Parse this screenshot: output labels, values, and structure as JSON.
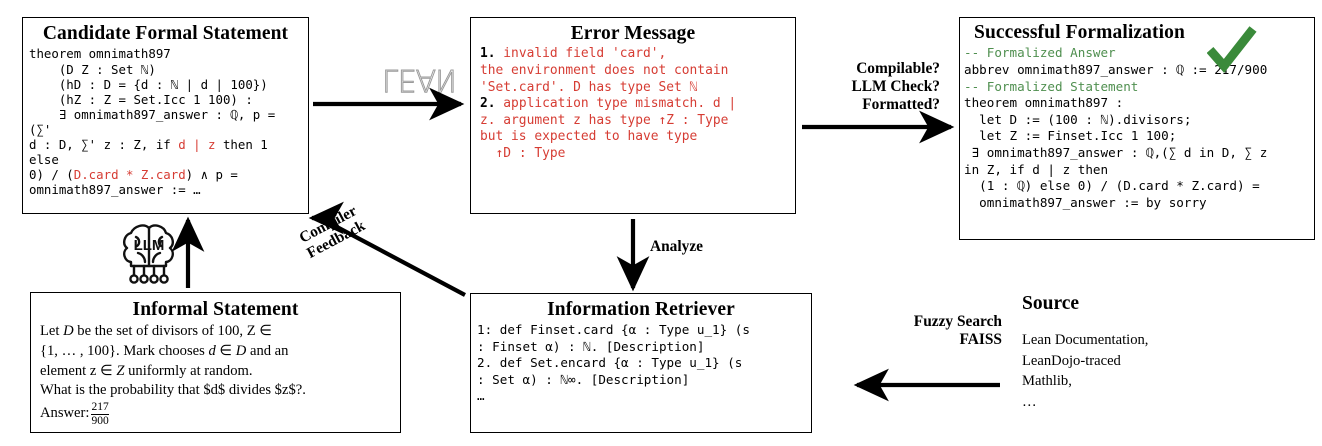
{
  "figure": {
    "title": "Autoformalization pipeline diagram"
  },
  "boxes": {
    "candidate": {
      "title": "Candidate Formal Statement",
      "code_line_1": "theorem omnimath897",
      "code_line_2": "    (D Z : Set ℕ)",
      "code_line_3": "    (hD : D = {d : ℕ | d | 100})",
      "code_line_4": "    (hZ : Z = Set.Icc 1 100) :",
      "code_line_5": "    ∃ omnimath897_answer : ℚ, p = (∑'",
      "code_line_6a": "d : D, ∑' z : Z, if ",
      "code_line_6b": "d | z",
      "code_line_6c": " then 1 else",
      "code_line_7a": "0) / (",
      "code_line_7b": "D.card * Z.card",
      "code_line_7c": ") ∧ p =",
      "code_line_8": "omnimath897_answer := …"
    },
    "error": {
      "title": "Error Message",
      "item_1_num": "1.",
      "item_1_text": " invalid field 'card',",
      "line_2": "the environment does not contain",
      "line_3": "'Set.card'. D has type Set ℕ",
      "item_2_num": "2.",
      "item_2_text": " application type mismatch. d |",
      "line_5": "z. argument z has type ↑Z : Type",
      "line_6": "but is expected to have type",
      "line_7": "  ↑D : Type"
    },
    "success": {
      "title": "Successful Formalization",
      "comment_1": "-- Formalized Answer",
      "code_1": "abbrev omnimath897_answer : ℚ := 217/900",
      "comment_2": "-- Formalized Statement",
      "code_2": "theorem omnimath897 :",
      "code_3": "  let D := (100 : ℕ).divisors;",
      "code_4": "  let Z := Finset.Icc 1 100;",
      "code_5": " ∃ omnimath897_answer : ℚ,(∑ d in D, ∑ z",
      "code_6": "in Z, if d | z then",
      "code_7": "  (1 : ℚ) else 0) / (D.card * Z.card) =",
      "code_8": "  omnimath897_answer := by sorry",
      "check_icon": "check-mark",
      "check_color": "#3a8a3a",
      "comment_color": "#4f8f4f"
    },
    "informal": {
      "title": "Informal Statement",
      "line_1a": "Let ",
      "line_1b": "D",
      "line_1c": " be the set of divisors of 100, Z ∈",
      "line_2a": "{1, … , 100}. Mark chooses ",
      "line_2b": "d",
      "line_2c": " ∈ ",
      "line_2d": "D",
      "line_2e": " and an",
      "line_3a": "element z ∈ ",
      "line_3b": "Z",
      "line_3c": " uniformly at random.",
      "line_4": "What is the probability that $d$ divides $z$?.",
      "answer_label": "Answer:",
      "answer_numerator": "217",
      "answer_denominator": "900"
    },
    "retriever": {
      "title": "Information Retriever",
      "line_1": "1: def Finset.card {α : Type u_1} (s",
      "line_2": ": Finset α) : ℕ. [Description]",
      "line_3": "2. def Set.encard {α : Type u_1} (s",
      "line_4": ": Set α) : ℕ∞. [Description]",
      "line_5": "…"
    }
  },
  "source": {
    "title": "Source",
    "body": "Lean Documentation,\nLeanDojo-traced\nMathlib,\n…"
  },
  "labels": {
    "lean_logo": "LEAN",
    "check_gate": "Compilable?\nLLM Check?\nFormatted?",
    "analyze": "Analyze",
    "fuzzy_search": "Fuzzy Search\nFAISS",
    "compiler_feedback": "Compiler\nFeedback",
    "llm_icon": "LLM"
  },
  "colors": {
    "error_red": "#d63c33",
    "comment_green": "#4f8f4f",
    "check_green": "#3a8a3a",
    "lean_logo_gray": "#9a9a9a",
    "border": "#000000",
    "background": "#ffffff"
  }
}
